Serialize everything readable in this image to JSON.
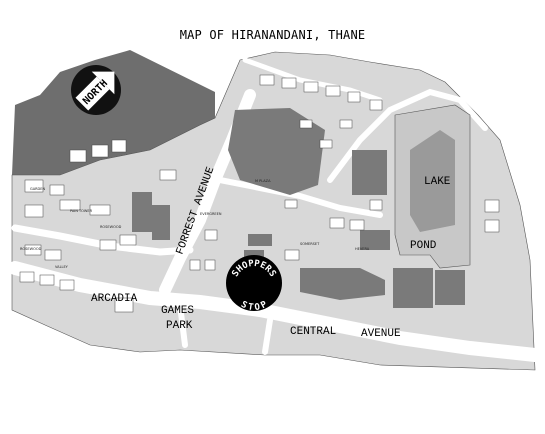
{
  "title": "MAP OF HIRANANDANI, THANE",
  "compass": {
    "label": "NORTH",
    "icon": "north-arrow-icon"
  },
  "labels": {
    "forrest_avenue": "FORREST AVENUE",
    "lake": "LAKE",
    "pond": "POND",
    "arcadia": "ARCADIA",
    "games": "GAMES",
    "park": "PARK",
    "central": "CENTRAL",
    "avenue": "AVENUE",
    "shoppers_top": "SHOPPERS",
    "shoppers_bottom": "STOP"
  },
  "colors": {
    "land": "#d8d8d8",
    "building": "#7a7a7a",
    "dark_area": "#6e6e6e",
    "lake": "#c9c9c9",
    "road": "#ffffff"
  }
}
